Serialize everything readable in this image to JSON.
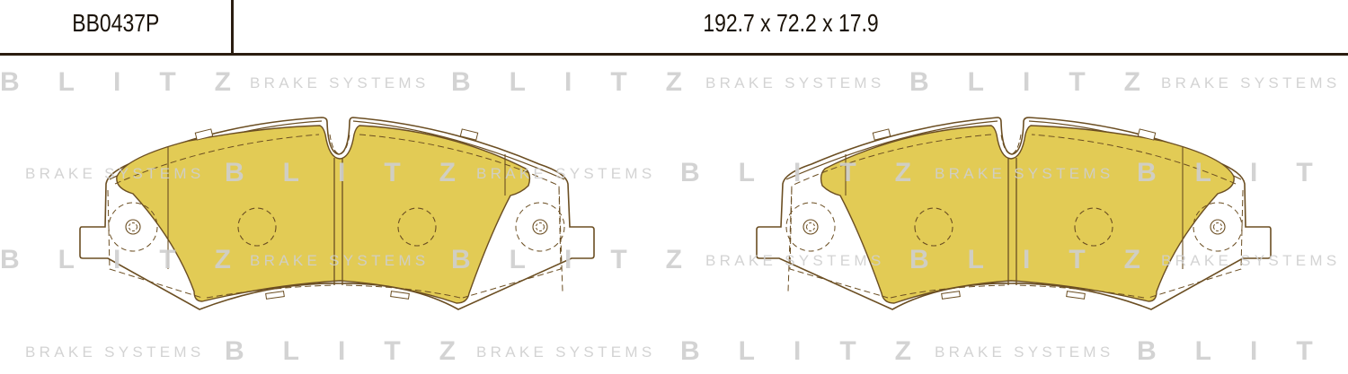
{
  "header": {
    "part_number": "BB0437P",
    "dimensions": "192.7 x 72.2 x 17.9"
  },
  "watermark": {
    "brand": "BLITZ",
    "tagline": "BRAKE SYSTEMS"
  },
  "colors": {
    "friction_material": "#e2cb55",
    "outline": "#6b4e22",
    "backing_plate": "#ffffff",
    "watermark": "#cfcfcf",
    "header_rule": "#2a1d10"
  },
  "drawing": {
    "pads": [
      "left-pad",
      "right-pad-mirrored"
    ]
  }
}
